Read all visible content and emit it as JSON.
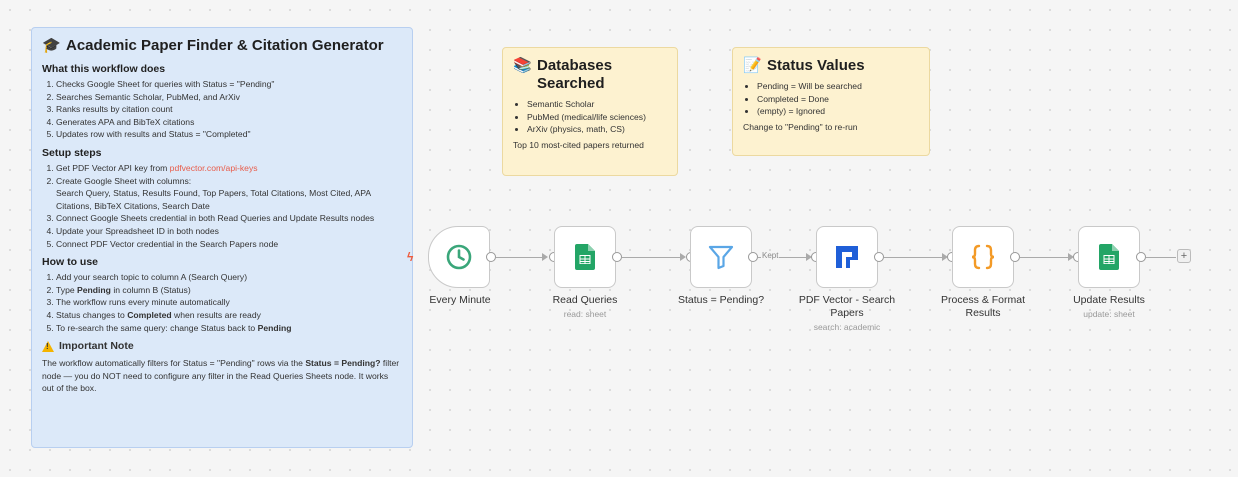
{
  "sticky_main": {
    "title": "Academic Paper Finder & Citation Generator",
    "title_icon": "graduation-cap-icon",
    "section1": {
      "heading": "What this workflow does",
      "items": [
        "Checks Google Sheet for queries with Status = \"Pending\"",
        "Searches Semantic Scholar, PubMed, and ArXiv",
        "Ranks results by citation count",
        "Generates APA and BibTeX citations",
        "Updates row with results and Status = \"Completed\""
      ]
    },
    "section2": {
      "heading": "Setup steps",
      "item1_prefix": "Get PDF Vector API key from ",
      "item1_link": "pdfvector.com/api-keys",
      "item2": "Create Google Sheet with columns:",
      "item2_detail": "Search Query, Status, Results Found, Top Papers, Total Citations, Most Cited, APA Citations, BibTeX Citations, Search Date",
      "item3": "Connect Google Sheets credential in both Read Queries and Update Results nodes",
      "item4": "Update your Spreadsheet ID in both nodes",
      "item5": "Connect PDF Vector credential in the Search Papers node"
    },
    "section3": {
      "heading": "How to use",
      "item1": "Add your search topic to column A (Search Query)",
      "item2_pre": "Type ",
      "item2_bold": "Pending",
      "item2_post": " in column B (Status)",
      "item3": "The workflow runs every minute automatically",
      "item4_pre": "Status changes to ",
      "item4_bold": "Completed",
      "item4_post": " when results are ready",
      "item5_pre": "To re-search the same query: change Status back to ",
      "item5_bold": "Pending"
    },
    "note": {
      "heading": "Important Note",
      "text_pre": "The workflow automatically filters for Status = \"Pending\" rows via the ",
      "text_bold": "Status = Pending?",
      "text_post": " filter node — you do NOT need to configure any filter in the Read Queries Sheets node. It works out of the box."
    }
  },
  "sticky_databases": {
    "title": "Databases Searched",
    "title_icon": "books-icon",
    "items": [
      "Semantic Scholar",
      "PubMed (medical/life sciences)",
      "ArXiv (physics, math, CS)"
    ],
    "footer": "Top 10 most-cited papers returned"
  },
  "sticky_status": {
    "title": "Status Values",
    "title_icon": "memo-icon",
    "items": [
      "Pending = Will be searched",
      "Completed = Done",
      "(empty) = Ignored"
    ],
    "footer": "Change to \"Pending\" to re-run"
  },
  "nodes": [
    {
      "label": "Every Minute",
      "sub": "",
      "icon": "clock-icon"
    },
    {
      "label": "Read Queries",
      "sub": "read: sheet",
      "icon": "google-sheets-icon"
    },
    {
      "label": "Status = Pending?",
      "sub": "",
      "icon": "filter-icon"
    },
    {
      "label": "PDF Vector - Search Papers",
      "sub": "search: academic",
      "icon": "pdf-vector-icon"
    },
    {
      "label": "Process & Format Results",
      "sub": "",
      "icon": "code-braces-icon"
    },
    {
      "label": "Update Results",
      "sub": "update: sheet",
      "icon": "google-sheets-icon"
    }
  ],
  "connection_label": "Kept",
  "add_button": "+",
  "colors": {
    "sticky_blue": "#dce9f9",
    "sticky_yellow": "#fdf2d0",
    "sheets_green": "#23a566",
    "clock_green": "#3aa67a",
    "filter_blue": "#5aa6e6",
    "pdfvector_blue": "#1f5fd8",
    "code_orange": "#f39a26",
    "trigger_bolt": "#ee5b3c"
  }
}
